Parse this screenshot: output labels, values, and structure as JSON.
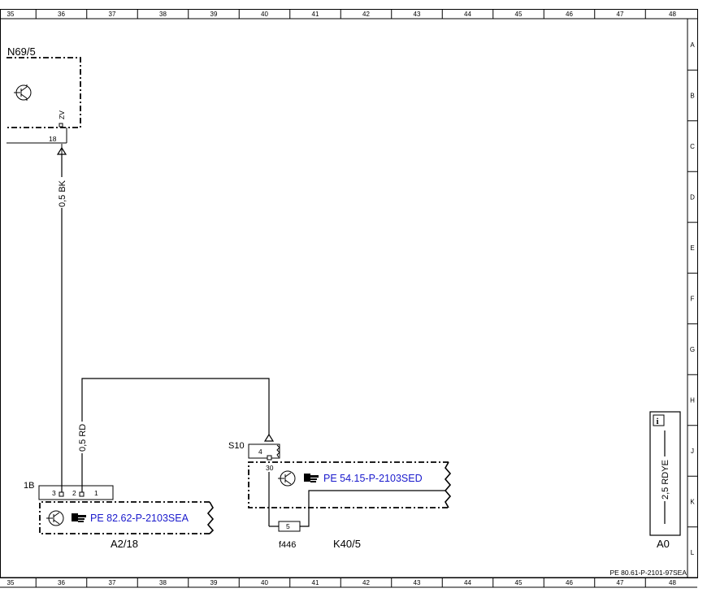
{
  "columns": [
    "35",
    "36",
    "37",
    "38",
    "39",
    "40",
    "41",
    "42",
    "43",
    "44",
    "45",
    "46",
    "47",
    "48"
  ],
  "rows": [
    "A",
    "B",
    "C",
    "D",
    "E",
    "F",
    "G",
    "H",
    "J",
    "K",
    "L"
  ],
  "components": {
    "n69": {
      "name": "N69/5",
      "pin_label": "ZV",
      "pin_number": "18"
    },
    "a2": {
      "name": "A2/18",
      "connector": "1B",
      "pins": [
        "3",
        "2",
        "1"
      ],
      "reference": "PE 82.62-P-2103SEA"
    },
    "k40": {
      "name": "K40/5",
      "connector": "S10",
      "pin_top": "4",
      "pin_mid": "30",
      "reference": "PE 54.15-P-2103SED",
      "fuse_number": "5",
      "fuse_label": "f446"
    },
    "a0": {
      "name": "A0",
      "info_icon": "info-icon",
      "wire_label": "2,5 RDYE"
    }
  },
  "wires": {
    "black": "0,5 BK",
    "red": "0,5 RD"
  },
  "doc_id": "PE 80.61-P-2101-97SEA",
  "colors": {
    "reference_text": "#1a1acc",
    "lines": "#000000"
  }
}
